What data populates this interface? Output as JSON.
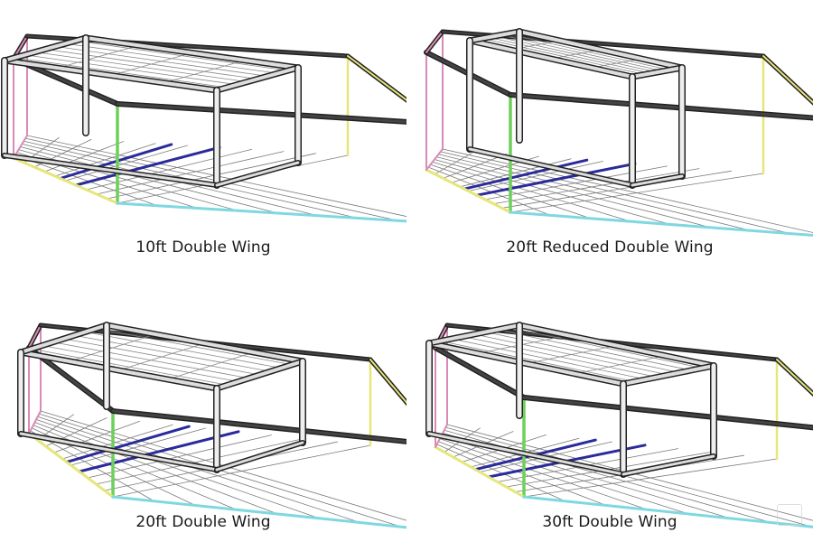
{
  "panels": [
    {
      "caption": "10ft Double Wing"
    },
    {
      "caption": "20ft Reduced Double Wing"
    },
    {
      "caption": "20ft Double Wing"
    },
    {
      "caption": "30ft Double Wing"
    }
  ],
  "colors": {
    "frame_dark": "#2b2b2b",
    "pink": "#d98ab6",
    "yellow": "#e6e67a",
    "green": "#6ed05a",
    "cyan": "#7fd8e0",
    "blue": "#2a2a9a",
    "floor": "#7a7a7a",
    "module": "#555555"
  }
}
